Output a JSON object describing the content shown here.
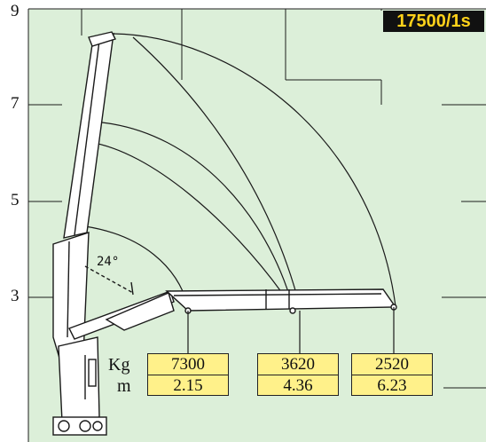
{
  "badge": "17500/1s",
  "y_axis": {
    "labels": [
      "9",
      "7",
      "5",
      "3"
    ]
  },
  "angle_label": "24°",
  "units": {
    "weight": "Kg",
    "distance": "m"
  },
  "load_points": [
    {
      "weight": "7300",
      "reach": "2.15"
    },
    {
      "weight": "3620",
      "reach": "4.36"
    },
    {
      "weight": "2520",
      "reach": "6.23"
    }
  ],
  "colors": {
    "background": "#dcefd9",
    "badge_bg": "#111111",
    "badge_text": "#ffd21a",
    "box_fill": "#fff18a",
    "line": "#1a1a1a"
  }
}
